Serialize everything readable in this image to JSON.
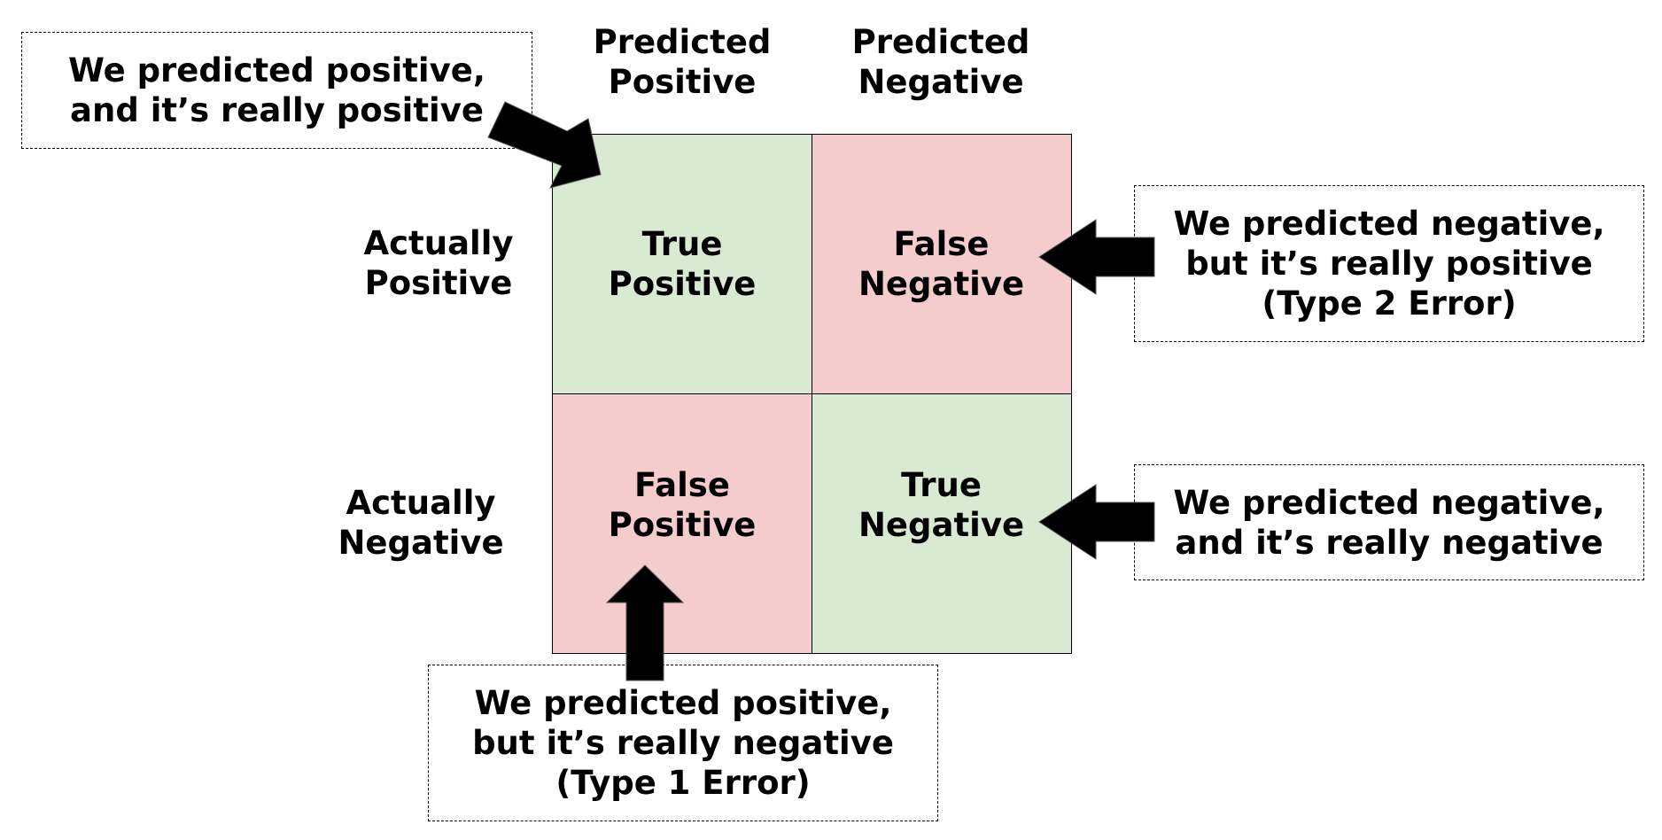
{
  "column_headers": {
    "predicted_positive": "Predicted\nPositive",
    "predicted_negative": "Predicted\nNegative"
  },
  "row_headers": {
    "actually_positive": "Actually\nPositive",
    "actually_negative": "Actually\nNegative"
  },
  "cells": {
    "true_positive": "True\nPositive",
    "false_negative": "False\nNegative",
    "false_positive": "False\nPositive",
    "true_negative": "True\nNegative"
  },
  "callouts": {
    "true_positive": "We predicted positive,\nand it’s really positive",
    "false_negative": "We predicted negative,\nbut it’s really positive\n(Type 2 Error)",
    "true_negative": "We predicted negative,\nand it’s really negative",
    "false_positive": "We predicted positive,\nbut it’s really negative\n(Type 1 Error)"
  },
  "colors": {
    "correct_cell": "#d9ead3",
    "error_cell": "#f4cccc",
    "arrow": "#000000"
  }
}
